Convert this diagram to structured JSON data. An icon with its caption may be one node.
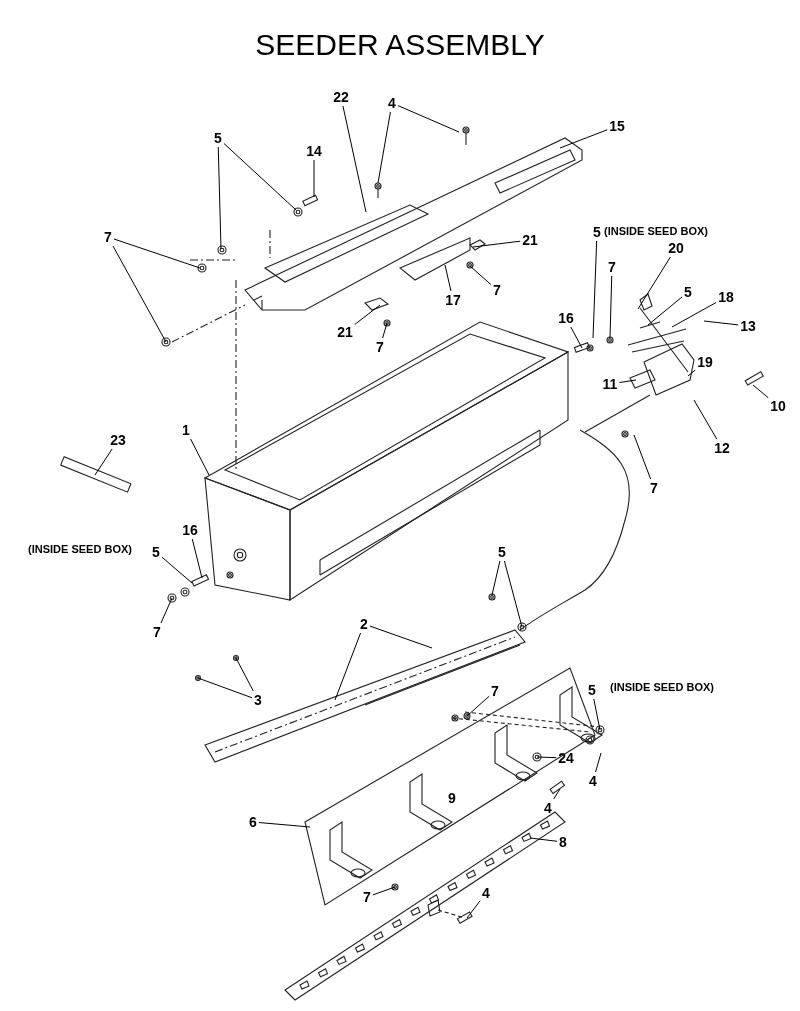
{
  "diagram": {
    "title": "SEEDER ASSEMBLY",
    "nodes": [
      {
        "text": [
          "22"
        ]
      },
      {
        "text": [
          "4"
        ]
      },
      {
        "text": [
          "15"
        ]
      },
      {
        "text": [
          "5"
        ]
      },
      {
        "text": [
          "14"
        ]
      },
      {
        "text": [
          "7"
        ]
      },
      {
        "text": [
          "21"
        ]
      },
      {
        "text": [
          "7"
        ]
      },
      {
        "text": [
          "17"
        ]
      },
      {
        "text": [
          "21"
        ]
      },
      {
        "text": [
          "7"
        ]
      },
      {
        "text": [
          "5"
        ]
      },
      {
        "text": [
          "7"
        ]
      },
      {
        "text": [
          "20"
        ]
      },
      {
        "text": [
          "16"
        ]
      },
      {
        "text": [
          "5"
        ]
      },
      {
        "text": [
          "18"
        ]
      },
      {
        "text": [
          "13"
        ]
      },
      {
        "text": [
          "19"
        ]
      },
      {
        "text": [
          "11"
        ]
      },
      {
        "text": [
          "10"
        ]
      },
      {
        "text": [
          "12"
        ]
      },
      {
        "text": [
          "7"
        ]
      },
      {
        "text": [
          "23"
        ]
      },
      {
        "text": [
          "1"
        ]
      },
      {
        "text": [
          "16"
        ]
      },
      {
        "text": [
          "5"
        ]
      },
      {
        "text": [
          "7"
        ]
      },
      {
        "text": [
          "5"
        ]
      },
      {
        "text": [
          "2"
        ]
      },
      {
        "text": [
          "3"
        ]
      },
      {
        "text": [
          "7"
        ]
      },
      {
        "text": [
          "5"
        ]
      },
      {
        "text": [
          "24"
        ]
      },
      {
        "text": [
          "4"
        ]
      },
      {
        "text": [
          "4"
        ]
      },
      {
        "text": [
          "6"
        ]
      },
      {
        "text": [
          "8"
        ]
      },
      {
        "text": [
          "7"
        ]
      },
      {
        "text": [
          "4"
        ]
      }
    ],
    "edges": [
      {
        "from": 0,
        "to": null,
        "arrow": "none"
      },
      {
        "from": 1,
        "to": null,
        "arrow": "none"
      },
      {
        "from": 1,
        "to": null,
        "arrow": "none"
      },
      {
        "from": 2,
        "to": null,
        "arrow": "none"
      },
      {
        "from": 3,
        "to": null,
        "arrow": "none"
      },
      {
        "from": 3,
        "to": null,
        "arrow": "none"
      },
      {
        "from": 4,
        "to": null,
        "arrow": "none"
      },
      {
        "from": 5,
        "to": null,
        "arrow": "none"
      },
      {
        "from": 5,
        "to": null,
        "arrow": "none"
      },
      {
        "from": 6,
        "to": null,
        "arrow": "none"
      },
      {
        "from": 7,
        "to": null,
        "arrow": "none"
      },
      {
        "from": 8,
        "to": null,
        "arrow": "none"
      },
      {
        "from": 9,
        "to": null,
        "arrow": "none"
      },
      {
        "from": 10,
        "to": null,
        "arrow": "none"
      },
      {
        "from": 11,
        "to": null,
        "arrow": "none"
      },
      {
        "from": 12,
        "to": null,
        "arrow": "none"
      },
      {
        "from": 13,
        "to": null,
        "arrow": "none"
      },
      {
        "from": 14,
        "to": null,
        "arrow": "none"
      },
      {
        "from": 15,
        "to": null,
        "arrow": "none"
      },
      {
        "from": 16,
        "to": null,
        "arrow": "none"
      },
      {
        "from": 17,
        "to": null,
        "arrow": "none"
      },
      {
        "from": 18,
        "to": null,
        "arrow": "none"
      },
      {
        "from": 19,
        "to": null,
        "arrow": "none"
      },
      {
        "from": 20,
        "to": null,
        "arrow": "none"
      },
      {
        "from": 21,
        "to": null,
        "arrow": "none"
      },
      {
        "from": 22,
        "to": null,
        "arrow": "none"
      },
      {
        "from": 23,
        "to": null,
        "arrow": "none"
      },
      {
        "from": 24,
        "to": null,
        "arrow": "none"
      },
      {
        "from": 25,
        "to": null,
        "arrow": "none"
      },
      {
        "from": 26,
        "to": null,
        "arrow": "none"
      },
      {
        "from": 27,
        "to": null,
        "arrow": "none"
      },
      {
        "from": 28,
        "to": null,
        "arrow": "none"
      },
      {
        "from": 28,
        "to": null,
        "arrow": "none"
      },
      {
        "from": 29,
        "to": null,
        "arrow": "none"
      },
      {
        "from": 29,
        "to": null,
        "arrow": "none"
      },
      {
        "from": 30,
        "to": null,
        "arrow": "none"
      },
      {
        "from": 30,
        "to": null,
        "arrow": "none"
      },
      {
        "from": 31,
        "to": null,
        "arrow": "none"
      },
      {
        "from": 32,
        "to": null,
        "arrow": "none"
      },
      {
        "from": 33,
        "to": null,
        "arrow": "none"
      },
      {
        "from": 34,
        "to": null,
        "arrow": "none"
      },
      {
        "from": 35,
        "to": null,
        "arrow": "none"
      },
      {
        "from": 36,
        "to": null,
        "arrow": "none"
      },
      {
        "from": 37,
        "to": null,
        "arrow": "none"
      },
      {
        "from": 38,
        "to": null,
        "arrow": "none"
      },
      {
        "from": 39,
        "to": null,
        "arrow": "none"
      }
    ],
    "labels": [
      "(INSIDE SEED BOX)",
      "(INSIDE SEED BOX)",
      "(INSIDE SEED BOX)",
      "9"
    ]
  }
}
